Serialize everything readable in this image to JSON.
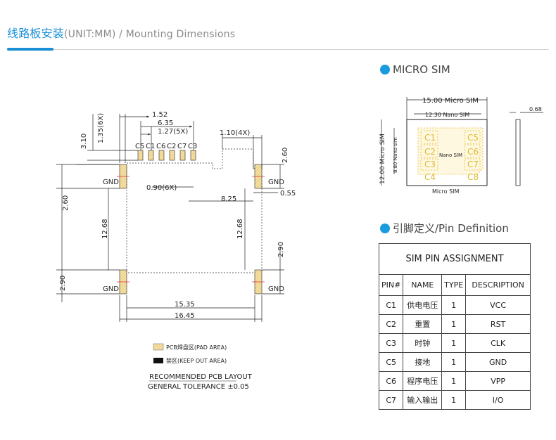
{
  "header": {
    "title_cn": "线路板安装",
    "title_en": "(UNIT:MM) / Mounting Dimensions"
  },
  "pcb": {
    "dims": {
      "d_152": "1.52",
      "d_635": "6.35",
      "d_127": "1.27(5X)",
      "d_135": "1.35(6X)",
      "d_310": "3.10",
      "d_110": "1.10(4X)",
      "d_260a": "2.60",
      "d_260b": "2.60",
      "d_090": "0.90(6X)",
      "d_825": "8.25",
      "d_055": "0.55",
      "d_1268a": "12.68",
      "d_1268b": "12.68",
      "d_290a": "2.90",
      "d_290b": "2.90",
      "d_1535": "15.35",
      "d_1645": "16.45"
    },
    "pins": [
      "C5",
      "C1",
      "C6",
      "C2",
      "C7",
      "C3"
    ],
    "gnd": "GND",
    "legend": {
      "pad": "PCB焊盘区(PAD AREA)",
      "keepout": "禁区(KEEP OUT AREA)"
    },
    "caption": "RECOMMENDED PCB LAYOUT",
    "tolerance": "GENERAL TOLERANCE ±0.05"
  },
  "micro_sim": {
    "title": "MICRO SIM",
    "width_label": "15.00 Micro SIM",
    "nano_width_label": "12.30 Nano SIM",
    "height_label": "12.00 Micro SIM",
    "nano_height_label": "8.80 Nano sim",
    "thickness": "0.68",
    "nano_label": "Nano SIM",
    "micro_label": "Micro SIM",
    "contacts": [
      "C1",
      "C5",
      "C2",
      "C6",
      "C3",
      "C7",
      "C4",
      "C8"
    ]
  },
  "pin_def": {
    "title": "引脚定义/Pin Definition",
    "caption": "SIM PIN ASSIGNMENT",
    "columns": [
      "PIN#",
      "NAME",
      "TYPE",
      "DESCRIPTION"
    ],
    "rows": [
      [
        "C1",
        "供电电压",
        "1",
        "VCC"
      ],
      [
        "C2",
        "重置",
        "1",
        "RST"
      ],
      [
        "C3",
        "时钟",
        "1",
        "CLK"
      ],
      [
        "C5",
        "接地",
        "1",
        "GND"
      ],
      [
        "C6",
        "程序电压",
        "1",
        "VPP"
      ],
      [
        "C7",
        "输入输出",
        "1",
        "I/O"
      ]
    ]
  },
  "colors": {
    "accent": "#1a8fd6",
    "pad": "#f0d080",
    "sim_contact": "#e0b830"
  }
}
